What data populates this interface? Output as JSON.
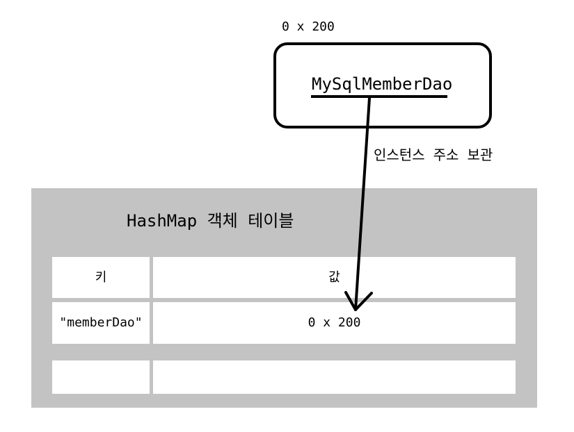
{
  "object": {
    "address": "0 x 200",
    "class_name": "MySqlMemberDao"
  },
  "arrow": {
    "caption": "인스턴스 주소 보관"
  },
  "hashmap": {
    "title": "HashMap 객체 테이블",
    "columns": [
      "키",
      "값"
    ],
    "rows": [
      {
        "key": "\"memberDao\"",
        "value": "0 x 200"
      },
      {
        "key": "",
        "value": ""
      }
    ]
  },
  "colors": {
    "panel": "#c3c3c3",
    "cell": "#ffffff",
    "stroke": "#000000"
  }
}
